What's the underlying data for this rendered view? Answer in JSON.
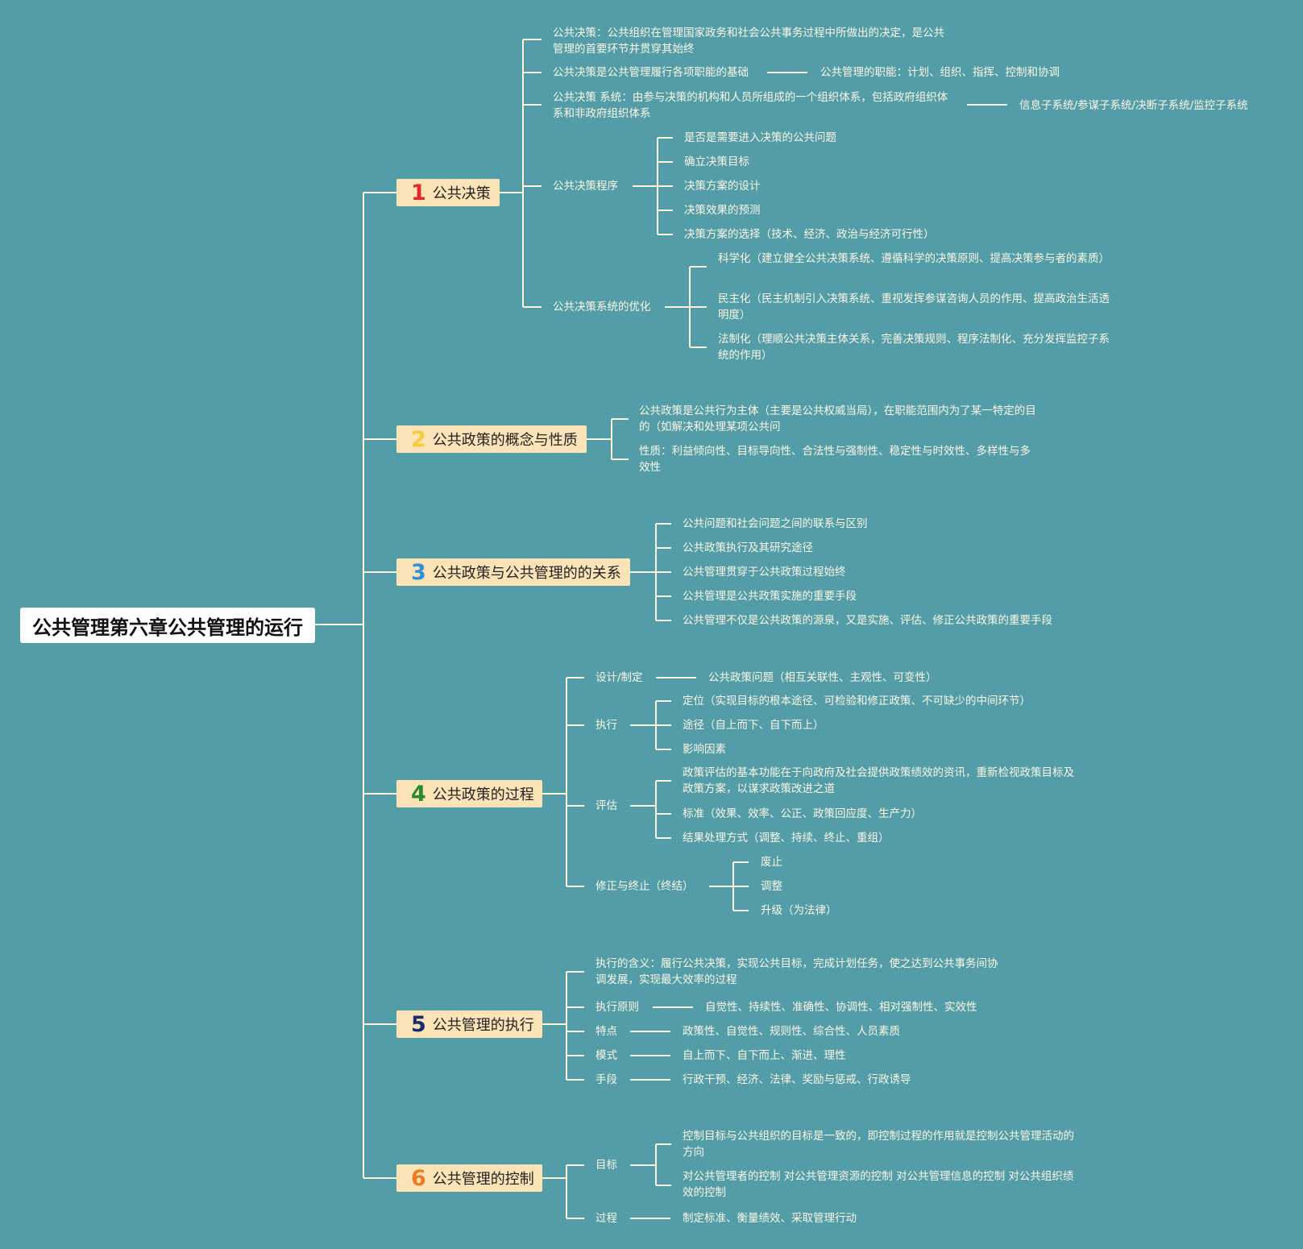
{
  "root": "公共管理第六章公共管理的运行",
  "colors": {
    "background": "#539da8",
    "topic_fill": "#fbe3b8",
    "line": "#fdf3da",
    "n1": "#e0282d",
    "n2": "#f4cc3c",
    "n3": "#2f8fd6",
    "n4": "#2a8a31",
    "n5": "#1d2b6b",
    "n6": "#f07a1e"
  },
  "b1": {
    "num": "1",
    "title": "公共决策",
    "a": "公共决策：公共组织在管理国家政务和社会公共事务过程中所做出的决定，是公共管理的首要环节并贯穿其始终",
    "b": "公共决策是公共管理履行各项职能的基础",
    "b_sub": "公共管理的职能：计划、组织、指挥、控制和协调",
    "c": "公共决策 系统：由参与决策的机构和人员所组成的一个组织体系，包括政府组织体系和非政府组织体系",
    "c_sub": "信息子系统/参谋子系统/决断子系统/监控子系统",
    "d": "公共决策程序",
    "d_items": [
      "是否是需要进入决策的公共问题",
      "确立决策目标",
      "决策方案的设计",
      "决策效果的预测",
      "决策方案的选择（技术、经济、政治与经济可行性）"
    ],
    "e": "公共决策系统的优化",
    "e_items": [
      "科学化（建立健全公共决策系统、遵循科学的决策原则、提高决策参与者的素质）",
      "民主化（民主机制引入决策系统、重视发挥参谋咨询人员的作用、提高政治生活透明度）",
      "法制化（理顺公共决策主体关系，完善决策规则、程序法制化、充分发挥监控子系统的作用）"
    ]
  },
  "b2": {
    "num": "2",
    "title": "公共政策的概念与性质",
    "items": [
      "公共政策是公共行为主体（主要是公共权威当局），在职能范围内为了某一特定的目的（如解决和处理某项公共问",
      "性质：利益倾向性、目标导向性、合法性与强制性、稳定性与时效性、多样性与多效性"
    ]
  },
  "b3": {
    "num": "3",
    "title": "公共政策与公共管理的的关系",
    "items": [
      "公共问题和社会问题之间的联系与区别",
      "公共政策执行及其研究途径",
      "公共管理贯穿于公共政策过程始终",
      "公共管理是公共政策实施的重要手段",
      "公共管理不仅是公共政策的源泉，又是实施、评估、修正公共政策的重要手段"
    ]
  },
  "b4": {
    "num": "4",
    "title": "公共政策的过程",
    "design": "设计/制定",
    "design_sub": "公共政策问题（相互关联性、主观性、可变性）",
    "exec": "执行",
    "exec_items": [
      "定位（实现目标的根本途径、可检验和修正政策、不可缺少的中间环节）",
      "途径（自上而下、自下而上）",
      "影响因素"
    ],
    "eval": "评估",
    "eval_items": [
      "政策评估的基本功能在于向政府及社会提供政策绩效的资讯，重新检视政策目标及政策方案，以谋求政策改进之道",
      "标准（效果、效率、公正、政策回应度、生产力）",
      "结果处理方式（调整、持续、终止、重组）"
    ],
    "fix": "修正与终止（终结）",
    "fix_items": [
      "废止",
      "调整",
      "升级（为法律）"
    ]
  },
  "b5": {
    "num": "5",
    "title": "公共管理的执行",
    "meaning": "执行的含义：履行公共决策，实现公共目标，完成计划任务，使之达到公共事务间协调发展，实现最大效率的过程",
    "rows": [
      {
        "label": "执行原则",
        "value": "自觉性、持续性、准确性、协调性、相对强制性、实效性"
      },
      {
        "label": "特点",
        "value": "政策性、自觉性、规则性、综合性、人员素质"
      },
      {
        "label": "模式",
        "value": "自上而下、自下而上、渐进、理性"
      },
      {
        "label": "手段",
        "value": "行政干预、经济、法律、奖励与惩戒、行政诱导"
      }
    ]
  },
  "b6": {
    "num": "6",
    "title": "公共管理的控制",
    "goal": "目标",
    "goal_items": [
      "控制目标与公共组织的目标是一致的，即控制过程的作用就是控制公共管理活动的方向",
      "对公共管理者的控制 对公共管理资源的控制 对公共管理信息的控制 对公共组织绩效的控制"
    ],
    "process": "过程",
    "process_sub": "制定标准、衡量绩效、采取管理行动"
  }
}
